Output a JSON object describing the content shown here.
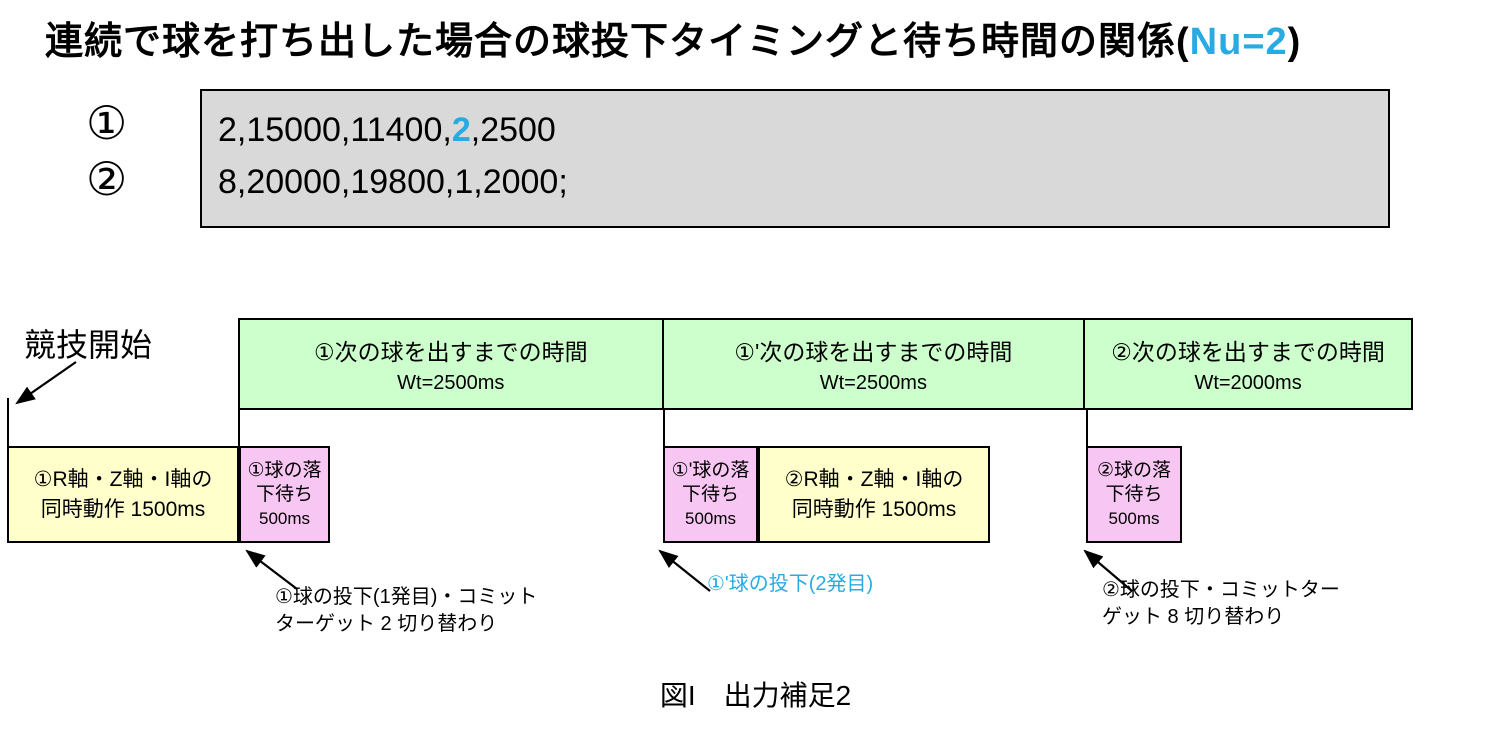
{
  "title": {
    "main": "連続で球を打ち出した場合の球投下タイミングと待ち時間の関係(",
    "highlight": "Nu=2",
    "close_paren": ")"
  },
  "colors": {
    "highlight_blue": "#29abe2",
    "timeline_green": "#ccffcc",
    "task_yellow": "#ffffcc",
    "wait_pink": "#f8c6f2",
    "code_gray": "#d9d9d9"
  },
  "code_block": {
    "rows": [
      {
        "marker": "①",
        "prefix": "2,15000,11400,",
        "highlight": "2",
        "suffix": ",2500"
      },
      {
        "marker": "②",
        "prefix": "8,20000,19800,1,2000;",
        "highlight": "",
        "suffix": ""
      }
    ]
  },
  "timeline": {
    "start_label": "競技開始",
    "segments": [
      {
        "label": "①次の球を出すまでの時間",
        "wt": "Wt=2500ms"
      },
      {
        "label": "①'次の球を出すまでの時間",
        "wt": "Wt=2500ms"
      },
      {
        "label": "②次の球を出すまでの時間",
        "wt": "Wt=2000ms"
      }
    ],
    "task_boxes": [
      {
        "line1": "①R軸・Z軸・I軸の",
        "line2": "同時動作 1500ms"
      },
      {
        "line1": "②R軸・Z軸・I軸の",
        "line2": "同時動作 1500ms"
      }
    ],
    "wait_boxes": [
      {
        "line1": "①球の落",
        "line2": "下待ち",
        "line3": "500ms"
      },
      {
        "line1": "①'球の落",
        "line2": "下待ち",
        "line3": "500ms"
      },
      {
        "line1": "②球の落",
        "line2": "下待ち",
        "line3": "500ms"
      }
    ],
    "annotations": [
      {
        "line1": "①球の投下(1発目)・コミット",
        "line2": "ターゲット 2 切り替わり"
      },
      {
        "line1": "①'球の投下(2発目)",
        "line2": ""
      },
      {
        "line1": "②球の投下・コミットター",
        "line2": "ゲット 8 切り替わり"
      }
    ]
  },
  "caption": "図I　出力補足2"
}
